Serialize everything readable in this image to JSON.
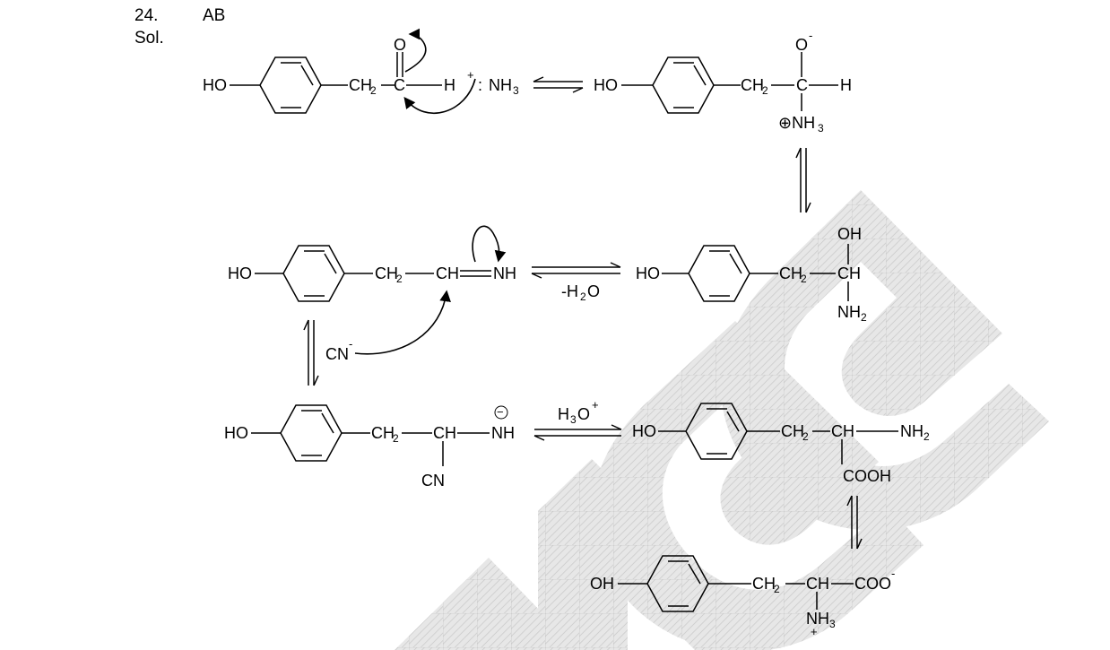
{
  "header": {
    "question_number": "24.",
    "answer": "AB",
    "solution_label": "Sol."
  },
  "reaction": {
    "step1": {
      "reactant_oh": "HO",
      "reactant_ch2": "CH",
      "ch2_sub": "2",
      "carbonyl_o": "O",
      "carbonyl_c": "C",
      "aldehyde_h": "H",
      "plus_sign": "+",
      "nh3_colon": ":",
      "nh3_main": "NH",
      "nh3_sub": "3"
    },
    "step2": {
      "oh": "HO",
      "ch2": "CH",
      "ch2_sub": "2",
      "c": "C",
      "h": "H",
      "o_minus": "O",
      "minus_sign": "-",
      "nh3_plus": "⊕NH",
      "nh3_sub": "3"
    },
    "step3": {
      "oh": "HO",
      "ch2": "CH",
      "ch2_sub": "2",
      "ch": "CH",
      "top_oh": "OH",
      "nh2": "NH",
      "nh2_sub": "2"
    },
    "step4": {
      "oh": "HO",
      "ch2": "CH",
      "ch2_sub": "2",
      "ch": "CH",
      "nh": "NH",
      "condition": "-H",
      "condition_sub": "2",
      "condition_end": "O"
    },
    "step5": {
      "reagent": "CN",
      "reagent_charge": "-",
      "oh": "HO",
      "ch2": "CH",
      "ch2_sub": "2",
      "ch": "CH",
      "nh": "NH",
      "nh_charge": "−",
      "cn": "CN"
    },
    "step6": {
      "condition": "H",
      "condition_sub": "3",
      "condition_o": "O",
      "condition_charge": "+",
      "oh": "HO",
      "ch2": "CH",
      "ch2_sub": "2",
      "ch": "CH",
      "nh2": "NH",
      "nh2_sub": "2",
      "cooh": "COOH"
    },
    "step7": {
      "oh": "OH",
      "ch2": "CH",
      "ch2_sub": "2",
      "ch": "CH",
      "coo": "COO",
      "coo_charge": "-",
      "nh3": "NH",
      "nh3_sub": "3",
      "nh3_charge": "+"
    }
  },
  "watermark": {
    "color": "#d9d9d9"
  }
}
